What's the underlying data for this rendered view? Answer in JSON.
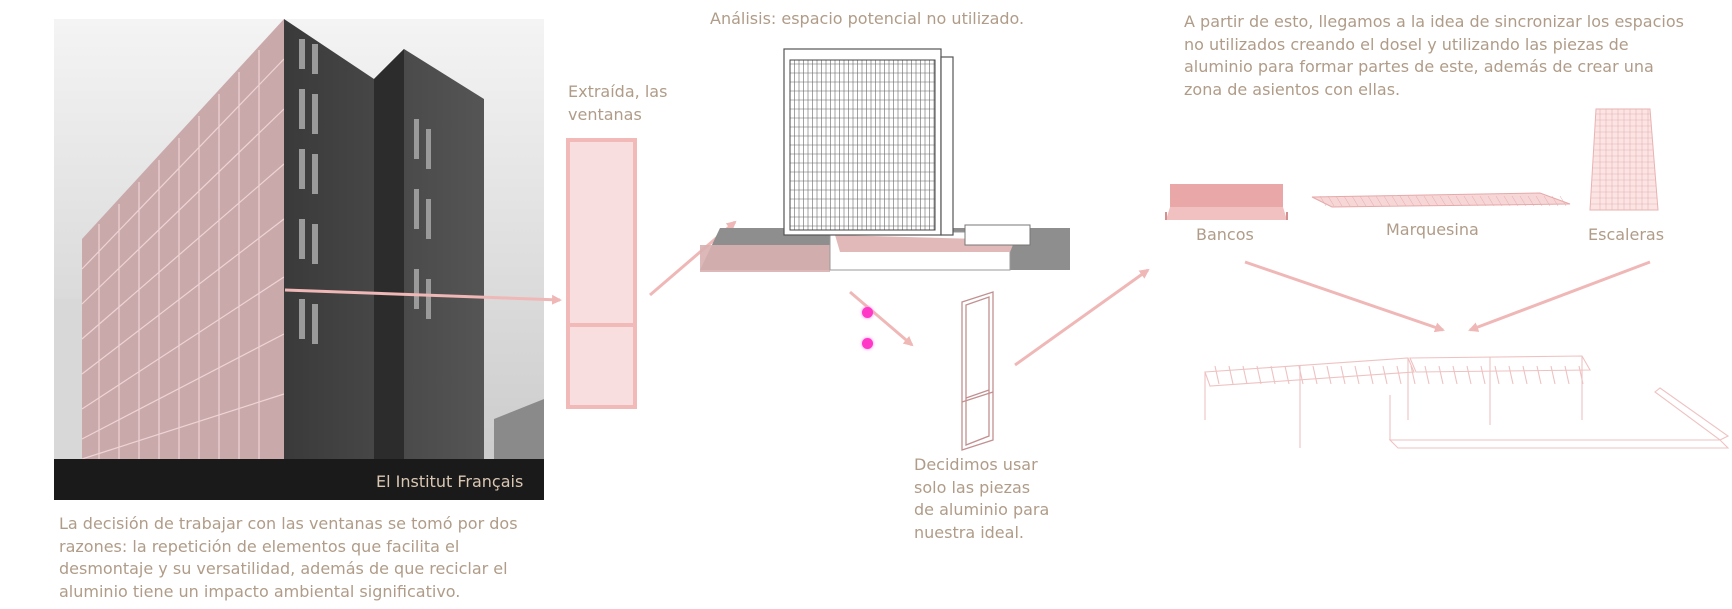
{
  "photo": {
    "caption": "El Institut Français"
  },
  "texts": {
    "decision": "La decisión de trabajar con las ventanas se tomó por dos\nrazones: la repetición de elementos que facilita el\ndesmontaje y su versatilidad, además de que reciclar el\naluminio tiene un impacto ambiental significativo.",
    "extracted": "Extraída, las\nventanas",
    "analysis": "Análisis: espacio potencial no utilizado.",
    "aluminium": "Decidimos usar\nsolo las piezas\nde aluminio para\nnuestra ideal.",
    "idea": "A partir de esto, llegamos a la idea de sincronizar los espacios\nno utilizados creando el dosel y utilizando las piezas de\naluminio para formar partes de este, además de crear una\nzona de asientos con ellas."
  },
  "components": {
    "bench": "Bancos",
    "canopy": "Marquesina",
    "stairs": "Escaleras"
  },
  "colors": {
    "accent_pink": "#f0b7b7",
    "text": "#b09c88",
    "marker": "#ff38c8"
  }
}
